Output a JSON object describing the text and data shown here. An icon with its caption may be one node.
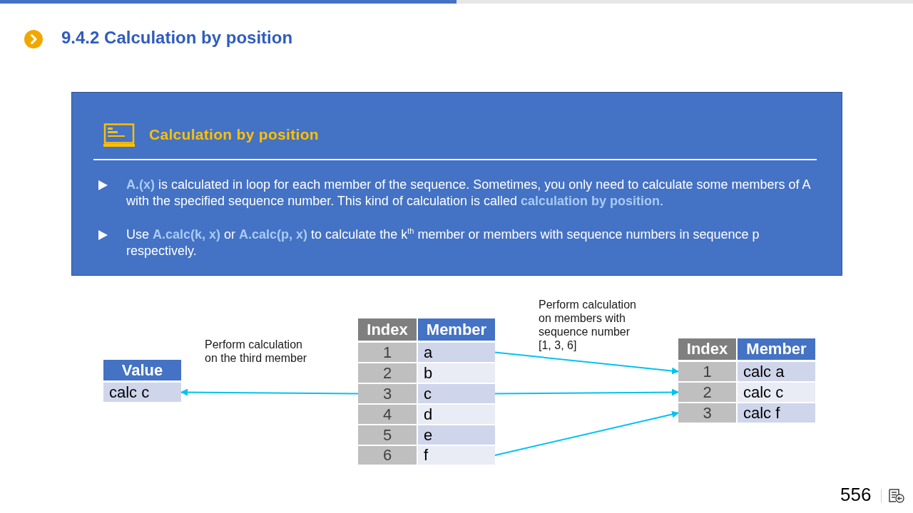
{
  "diagram": {
    "title": "9.4.2 Calculation by position",
    "nodes": [
      {
        "text": [
          "Calculation by position",
          "**A.(x)** is calculated in loop for each member of the sequence. Sometimes, you only need to calculate some members of A with the specified sequence number. This kind of calculation is called **calculation by position**.",
          "Use **A.calc(k, x)** or **A.calc(p, x)** to calculate the k$^{th}$ member or members with sequence numbers in sequence p respectively."
        ]
      },
      {
        "text": [
          "Value"
        ]
      },
      {
        "text": [
          "calc c"
        ]
      },
      {
        "text": [
          "Index"
        ]
      },
      {
        "text": [
          "Member"
        ]
      },
      {
        "text": [
          "1"
        ]
      },
      {
        "text": [
          "a"
        ]
      },
      {
        "text": [
          "2"
        ]
      },
      {
        "text": [
          "b"
        ]
      },
      {
        "text": [
          "3"
        ]
      },
      {
        "text": [
          "c"
        ]
      },
      {
        "text": [
          "4"
        ]
      },
      {
        "text": [
          "d"
        ]
      },
      {
        "text": [
          "5"
        ]
      },
      {
        "text": [
          "e"
        ]
      },
      {
        "text": [
          "6"
        ]
      },
      {
        "text": [
          "f"
        ]
      },
      {
        "text": [
          "Index"
        ]
      },
      {
        "text": [
          "Member"
        ]
      },
      {
        "text": [
          "1"
        ]
      },
      {
        "text": [
          "calc a"
        ]
      },
      {
        "text": [
          "2"
        ]
      },
      {
        "text": [
          "calc c"
        ]
      },
      {
        "text": [
          "3"
        ]
      },
      {
        "text": [
          "calc f"
        ]
      }
    ],
    "edges": [
      {
        "from": 9,
        "to": 2,
        "arrow": "to",
        "label": "Perform calculation on the third member"
      },
      {
        "from": 6,
        "to": 19,
        "arrow": "to"
      },
      {
        "from": 10,
        "to": 21,
        "arrow": "to"
      },
      {
        "from": 16,
        "to": 23,
        "arrow": "to"
      }
    ],
    "labels": [
      "Perform calculation on members with sequence number [1, 3, 6]",
      "556"
    ]
  }
}
